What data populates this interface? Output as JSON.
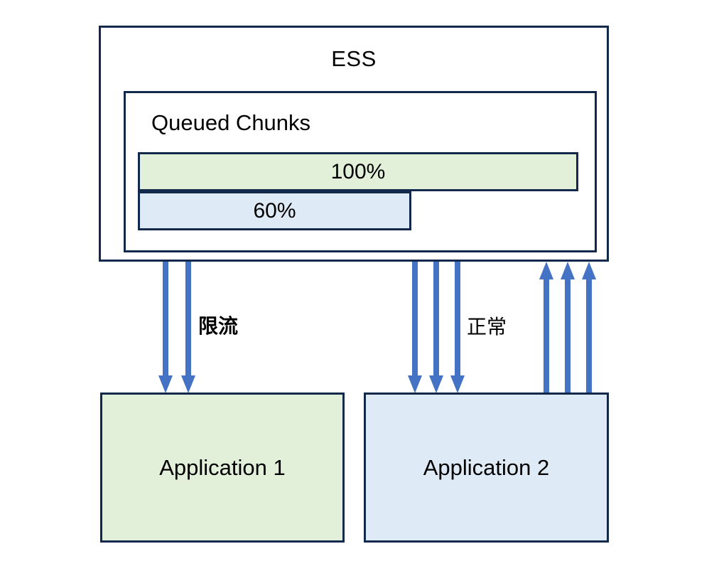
{
  "diagram": {
    "title": "ESS throttling diagram",
    "colors": {
      "border": "#13294B",
      "arrow": "#4472C4",
      "green_fill": "#E2EFD9",
      "blue_fill": "#DEEAF6",
      "background": "#FFFFFF",
      "text": "#000000"
    }
  },
  "ess": {
    "title": "ESS",
    "queue": {
      "title": "Queued Chunks",
      "bars": [
        {
          "label": "100%",
          "value": 100,
          "fill": "#E2EFD9"
        },
        {
          "label": "60%",
          "value": 60,
          "fill": "#DEEAF6"
        }
      ]
    }
  },
  "applications": [
    {
      "label": "Application 1",
      "fill": "#E2EFD9"
    },
    {
      "label": "Application 2",
      "fill": "#DEEAF6"
    }
  ],
  "flows": [
    {
      "label": "限流",
      "bold": true,
      "direction": "down",
      "arrow_count": 2,
      "from": "ESS",
      "to": "Application 1"
    },
    {
      "label": "正常",
      "bold": false,
      "direction": "down",
      "arrow_count": 3,
      "from": "ESS",
      "to": "Application 2"
    },
    {
      "label": "",
      "bold": false,
      "direction": "up",
      "arrow_count": 3,
      "from": "Application 2",
      "to": "ESS"
    }
  ]
}
